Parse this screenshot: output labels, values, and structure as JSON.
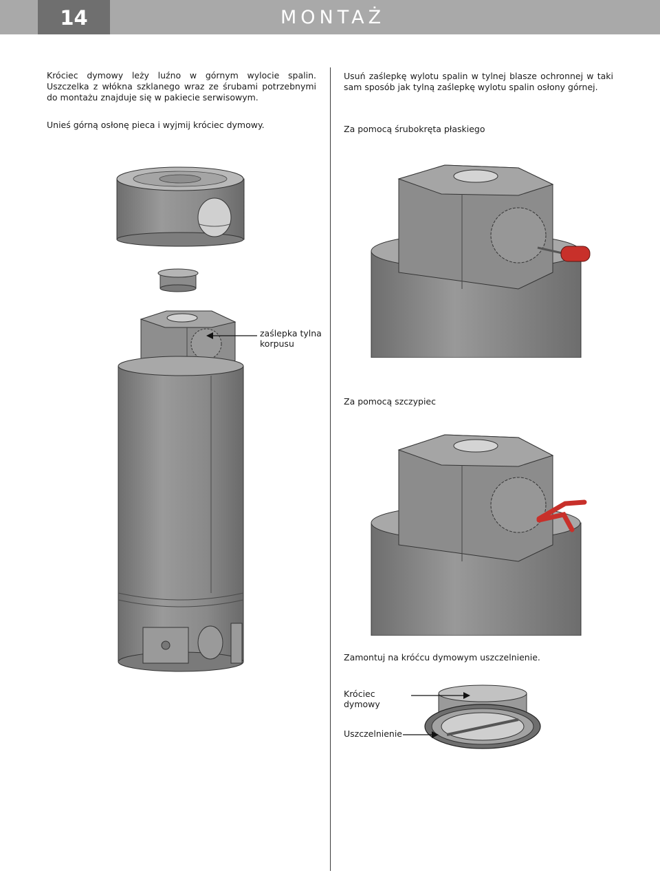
{
  "header": {
    "page_number": "14",
    "section_title": "MONTAŻ"
  },
  "left_column": {
    "paragraph_1": "Króciec dymowy leży luźno w górnym wylocie spalin. Uszczelka z włókna szklanego wraz ze śrubami potrzebnymi do montażu znajduje się w pakiecie serwisowym.",
    "paragraph_2": "Unieś górną osłonę pieca i wyjmij króciec dymowy.",
    "callout_rear_cover": "zaślepka tylna\nkorpusu"
  },
  "right_column": {
    "paragraph_1": "Usuń zaślepkę wylotu spalin w tylnej blasze ochronnej w taki sam sposób jak tylną zaślepkę wylotu spalin osłony górnej.",
    "step_screwdriver": "Za pomocą śrubokręta płaskiego",
    "step_pliers": "Za pomocą szczypiec",
    "step_seal": "Zamontuj na króćcu dymowym uszczelnienie.",
    "label_flue_spigot": "Króciec dymowy",
    "label_seal": "Uszczelnienie"
  },
  "colors": {
    "header_bar": "#a9a9a9",
    "page_number_box": "#6f6f6f",
    "stove_body": "#8c8c8c",
    "tool_handle": "#c8302a"
  }
}
